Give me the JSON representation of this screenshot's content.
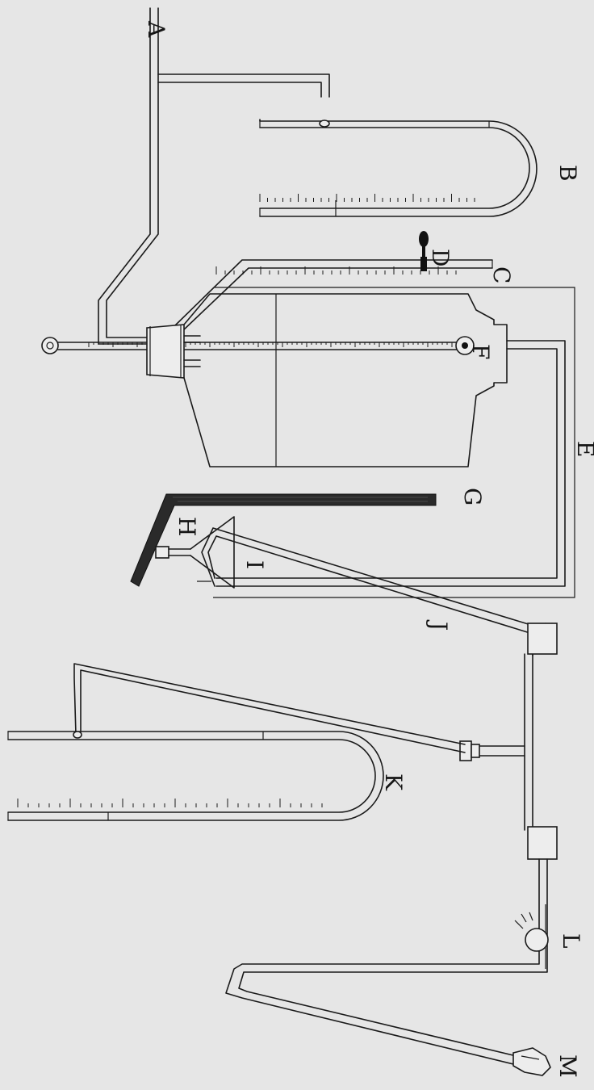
{
  "labels": {
    "A": "A",
    "B": "B",
    "C": "C",
    "D": "D",
    "E": "E",
    "F": "F",
    "G": "G",
    "H": "H",
    "I": "I",
    "J": "J",
    "K": "K",
    "L": "L",
    "M": "M"
  }
}
